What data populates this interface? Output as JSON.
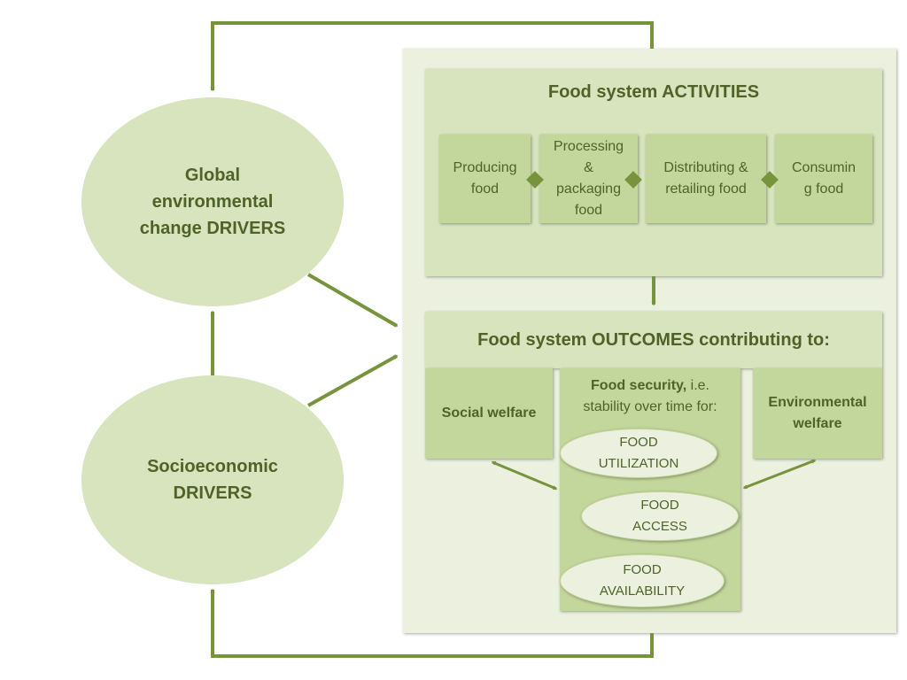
{
  "activities": {
    "title": "Food system ACTIVITIES",
    "items": [
      {
        "lines": [
          "Producing",
          "food"
        ]
      },
      {
        "lines": [
          "Processing",
          "&",
          "packaging",
          "food"
        ]
      },
      {
        "lines": [
          "Distributing &",
          "retailing food"
        ]
      },
      {
        "lines": [
          "Consumin",
          "g food"
        ]
      }
    ]
  },
  "outcomes": {
    "title": "Food system OUTCOMES contributing to:",
    "social_welfare": "Social welfare",
    "environmental_welfare": [
      "Environmental",
      "welfare"
    ],
    "food_security": {
      "lead": "Food security,",
      "rest": " i.e.",
      "line2": "stability over time for:",
      "utilization": [
        "FOOD",
        "UTILIZATION"
      ],
      "access": [
        "FOOD",
        "ACCESS"
      ],
      "availability": [
        "FOOD",
        "AVAILABILITY"
      ]
    }
  },
  "drivers": {
    "global": [
      "Global",
      "environmental",
      "change DRIVERS"
    ],
    "socioeconomic": [
      "Socioeconomic",
      "DRIVERS"
    ]
  },
  "colors": {
    "arrow": "#77933c",
    "text": "#4f6228",
    "panel": "#ebf1de",
    "box": "#d7e4bd",
    "sub_box": "#c3d69b"
  }
}
